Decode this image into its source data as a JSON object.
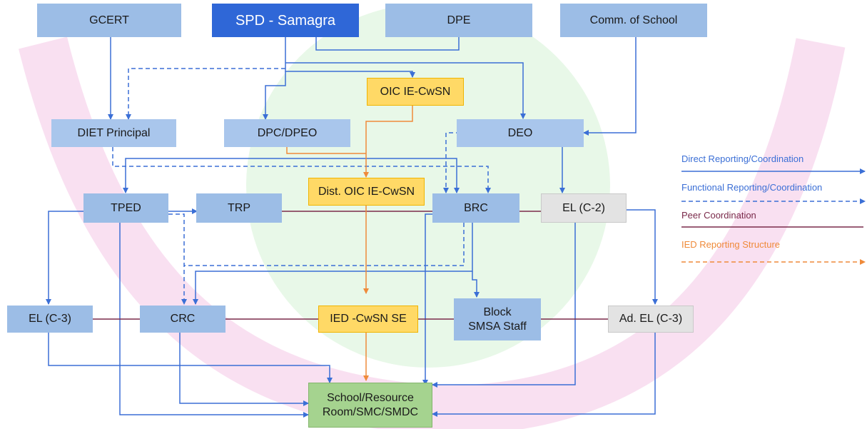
{
  "colors": {
    "direct": "#3b6fd6",
    "functional": "#3b6fd6",
    "peer": "#7a2a4a",
    "ied": "#ef8a3a",
    "watermark_pink": "#f4c6e6",
    "watermark_green": "#d6f2d6"
  },
  "nodes": {
    "gcert": "GCERT",
    "spd": "SPD - Samagra",
    "dpe": "DPE",
    "comm": "Comm. of School",
    "oic": "OIC IE-CwSN",
    "diet": "DIET Principal",
    "dpc": "DPC/DPEO",
    "deo": "DEO",
    "dist_oic": "Dist. OIC IE-CwSN",
    "tped": "TPED",
    "trp": "TRP",
    "brc": "BRC",
    "el_c2": "EL (C-2)",
    "el_c3": "EL (C-3)",
    "crc": "CRC",
    "ied_se": "IED -CwSN SE",
    "block": "Block\nSMSA Staff",
    "ad_el": "Ad. EL (C-3)",
    "school": "School/Resource\nRoom/SMC/SMDC"
  },
  "legend": {
    "direct": "Direct Reporting/Coordination",
    "functional": "Functional Reporting/Coordination",
    "peer": "Peer Coordination",
    "ied": "IED Reporting Structure"
  }
}
